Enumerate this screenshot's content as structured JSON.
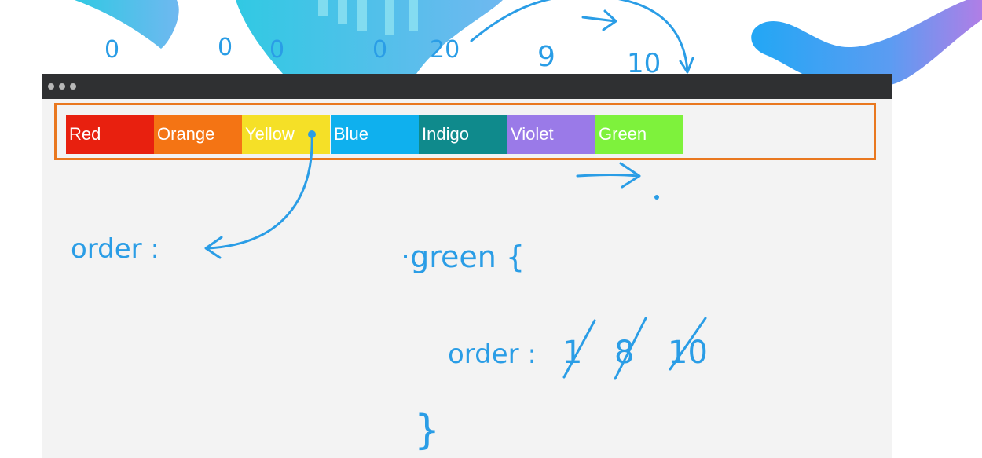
{
  "window": {
    "controls": [
      "close",
      "minimize",
      "maximize"
    ]
  },
  "flex_items": [
    {
      "label": "Red",
      "color": "#e8200f"
    },
    {
      "label": "Orange",
      "color": "#f47414"
    },
    {
      "label": "Yellow",
      "color": "#f5e027"
    },
    {
      "label": "Blue",
      "color": "#0fb0ee"
    },
    {
      "label": "Indigo",
      "color": "#0f8a8c"
    },
    {
      "label": "Violet",
      "color": "#9a7ae8"
    },
    {
      "label": "Green",
      "color": "#7ef23c"
    }
  ],
  "annotations": {
    "top_numbers": [
      "0",
      "0",
      "0",
      "0",
      "20",
      "9",
      "10"
    ],
    "order_label": "order :",
    "selector": "·green  {",
    "order_line": "order :",
    "struck_values": [
      "1",
      "8",
      "10"
    ],
    "closing_brace": "}"
  },
  "colors": {
    "ink": "#2a9de6",
    "container_border": "#e9781f",
    "titlebar": "#2f3032"
  }
}
